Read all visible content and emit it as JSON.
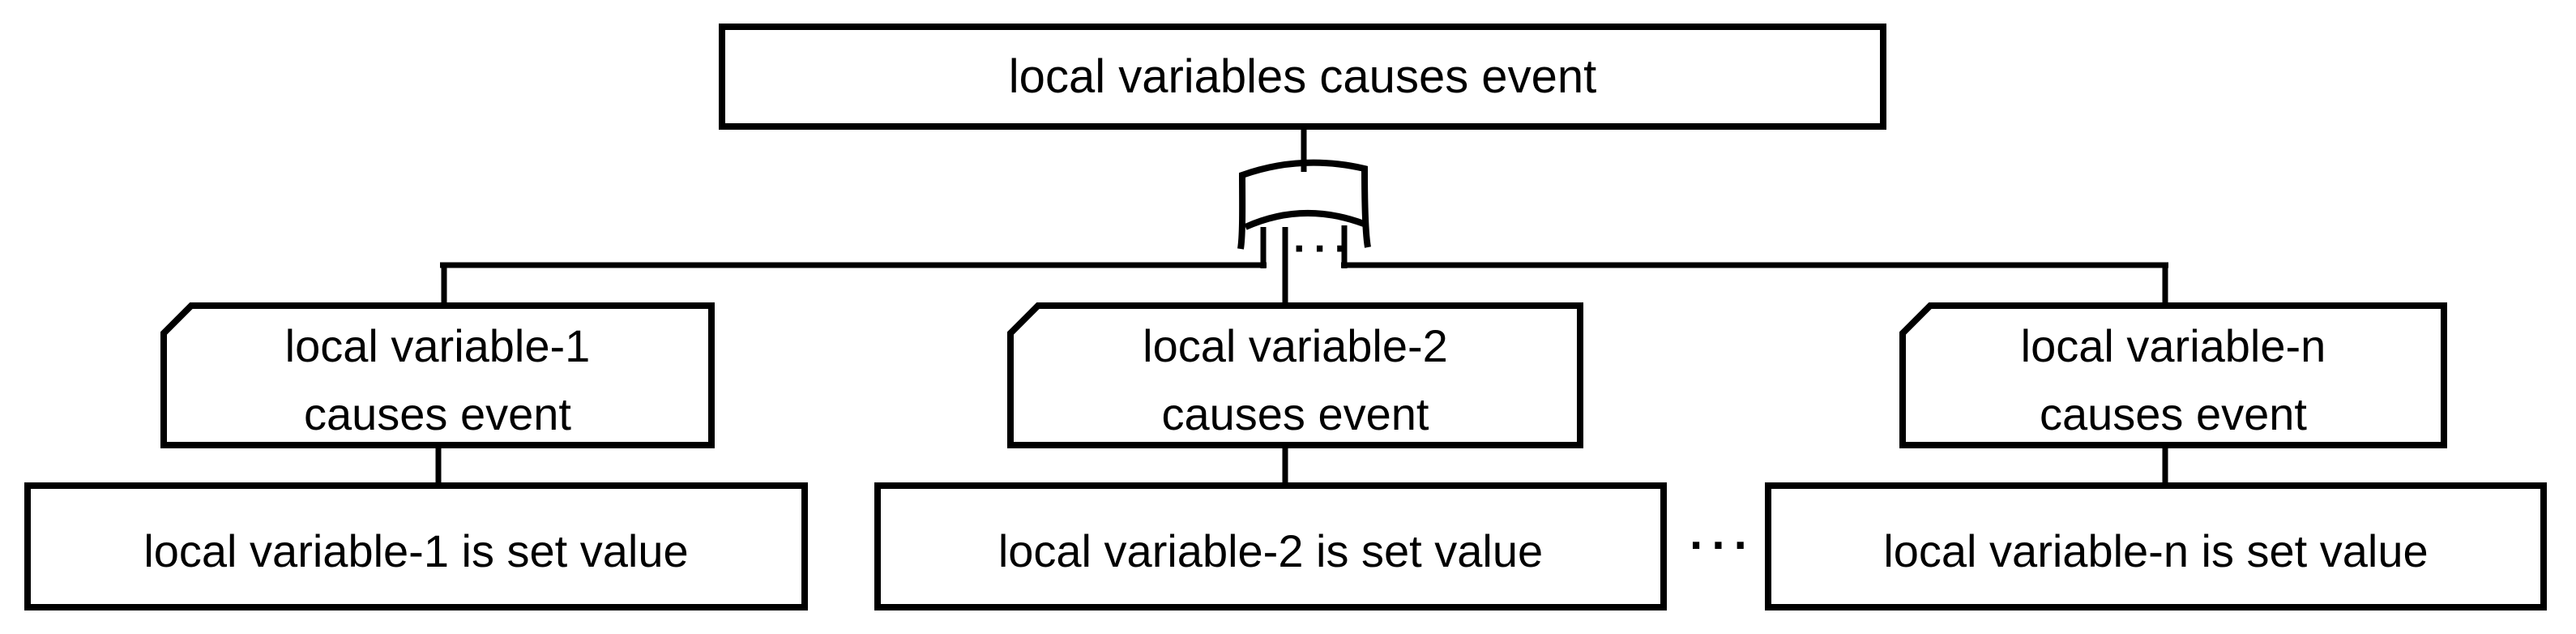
{
  "diagram": {
    "background_color": "#ffffff",
    "line_color": "#000000",
    "top_event": {
      "label": "local variables causes event"
    },
    "gate": {
      "type": "or-gate",
      "ellipsis": "···"
    },
    "intermediate_events": [
      {
        "line1": "local variable-1",
        "line2": "causes event"
      },
      {
        "line1": "local variable-2",
        "line2": "causes event"
      },
      {
        "line1": "local variable-n",
        "line2": "causes event"
      }
    ],
    "basic_events": [
      {
        "label": "local variable-1 is set value"
      },
      {
        "label": "local variable-2 is set value"
      },
      {
        "label": "local variable-n is set value"
      }
    ],
    "row_ellipsis": "···"
  }
}
